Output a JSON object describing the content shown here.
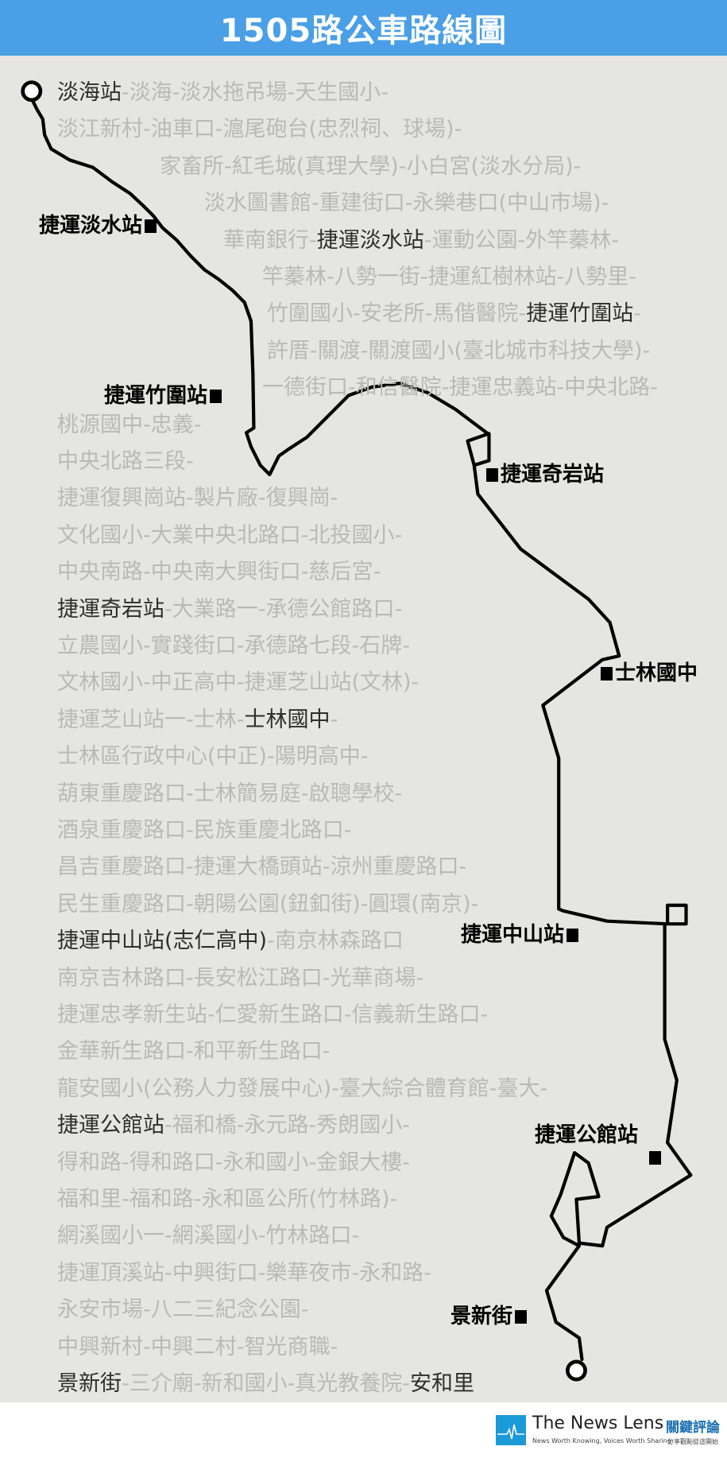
{
  "title": "1505路公車路線圖",
  "colors": {
    "title_bar": "#4a9fe6",
    "map_bg": "#e5e5e3",
    "stop_text": "#b9b9b9",
    "highlight_text": "#2e2e2e",
    "route": "#000000",
    "logo": "#1b9ad8"
  },
  "stop_rows": [
    [
      {
        "t": "淡海站",
        "hl": true
      },
      {
        "t": "-淡海-淡水拖吊場-天生國小-"
      }
    ],
    [
      {
        "t": "淡江新村-油車口-滬尾砲台(忠烈祠、球場)-"
      }
    ],
    [
      {
        "t": "家畜所-紅毛城(真理大學)-小白宮(淡水分局)-"
      }
    ],
    [
      {
        "t": "淡水圖書館-重建街口-永樂巷口(中山市場)-"
      }
    ],
    [
      {
        "t": "華南銀行-"
      },
      {
        "t": "捷運淡水站",
        "hl": true
      },
      {
        "t": "-運動公園-外竿蓁林-"
      }
    ],
    [
      {
        "t": "竿蓁林-八勢一街-捷運紅樹林站-八勢里-"
      }
    ],
    [
      {
        "t": "竹圍國小-安老所-馬偕醫院-"
      },
      {
        "t": "捷運竹圍站",
        "hl": true
      },
      {
        "t": "-"
      }
    ],
    [
      {
        "t": "許厝-關渡-關渡國小(臺北城市科技大學)-"
      }
    ],
    [
      {
        "t": "一德街口-和信醫院-捷運忠義站-中央北路-"
      }
    ],
    [
      {
        "t": "桃源國中-忠義-"
      }
    ],
    [
      {
        "t": "中央北路三段-"
      }
    ],
    [
      {
        "t": "捷運復興崗站-製片廠-復興崗-"
      }
    ],
    [
      {
        "t": "文化國小-大業中央北路口-北投國小-"
      }
    ],
    [
      {
        "t": "中央南路-中央南大興街口-慈后宮-"
      }
    ],
    [
      {
        "t": "捷運奇岩站",
        "hl": true
      },
      {
        "t": "-大業路一-承德公館路口-"
      }
    ],
    [
      {
        "t": "立農國小-實踐街口-承德路七段-石牌-"
      }
    ],
    [
      {
        "t": "文林國小-中正高中-捷運芝山站(文林)-"
      }
    ],
    [
      {
        "t": "捷運芝山站一-士林-"
      },
      {
        "t": "士林國中",
        "hl": true
      },
      {
        "t": "-"
      }
    ],
    [
      {
        "t": "士林區行政中心(中正)-陽明高中-"
      }
    ],
    [
      {
        "t": "葫東重慶路口-士林簡易庭-啟聰學校-"
      }
    ],
    [
      {
        "t": "酒泉重慶路口-民族重慶北路口-"
      }
    ],
    [
      {
        "t": "昌吉重慶路口-捷運大橋頭站-涼州重慶路口-"
      }
    ],
    [
      {
        "t": "民生重慶路口-朝陽公園(鈕釦街)-圓環(南京)-"
      }
    ],
    [
      {
        "t": "捷運中山站(志仁高中)",
        "hl": true
      },
      {
        "t": "-南京林森路口"
      }
    ],
    [
      {
        "t": "南京吉林路口-長安松江路口-光華商場-"
      }
    ],
    [
      {
        "t": "捷運忠孝新生站-仁愛新生路口-信義新生路口-"
      }
    ],
    [
      {
        "t": "金華新生路口-和平新生路口-"
      }
    ],
    [
      {
        "t": "龍安國小(公務人力發展中心)-臺大綜合體育館-臺大-"
      }
    ],
    [
      {
        "t": "捷運公館站",
        "hl": true
      },
      {
        "t": "-福和橋-永元路-秀朗國小-"
      }
    ],
    [
      {
        "t": "得和路-得和路口-永和國小-金銀大樓-"
      }
    ],
    [
      {
        "t": "福和里-福和路-永和區公所(竹林路)-"
      }
    ],
    [
      {
        "t": "網溪國小一-網溪國小-竹林路口-"
      }
    ],
    [
      {
        "t": "捷運頂溪站-中興街口-樂華夜市-永和路-"
      }
    ],
    [
      {
        "t": "永安市場-八二三紀念公園-"
      }
    ],
    [
      {
        "t": "中興新村-中興二村-智光商職-"
      }
    ],
    [
      {
        "t": "景新街",
        "hl": true
      },
      {
        "t": "-三介廟-新和國小-真光教養院-"
      },
      {
        "t": "安和里",
        "hl": true
      }
    ]
  ],
  "map_labels": {
    "tamsui": "捷運淡水站",
    "zhuwei": "捷運竹圍站",
    "qiyan": "捷運奇岩站",
    "shilin": "士林國中",
    "zhongshan": "捷運中山站",
    "gongguan": "捷運公館站",
    "jingxin": "景新街"
  },
  "footer": {
    "brand": "The News Lens",
    "brand_cn": "關鍵評論",
    "tagline": "News Worth Knowing, Voices Worth Sharing",
    "tagline_cn": "分享觀點從這開始"
  }
}
